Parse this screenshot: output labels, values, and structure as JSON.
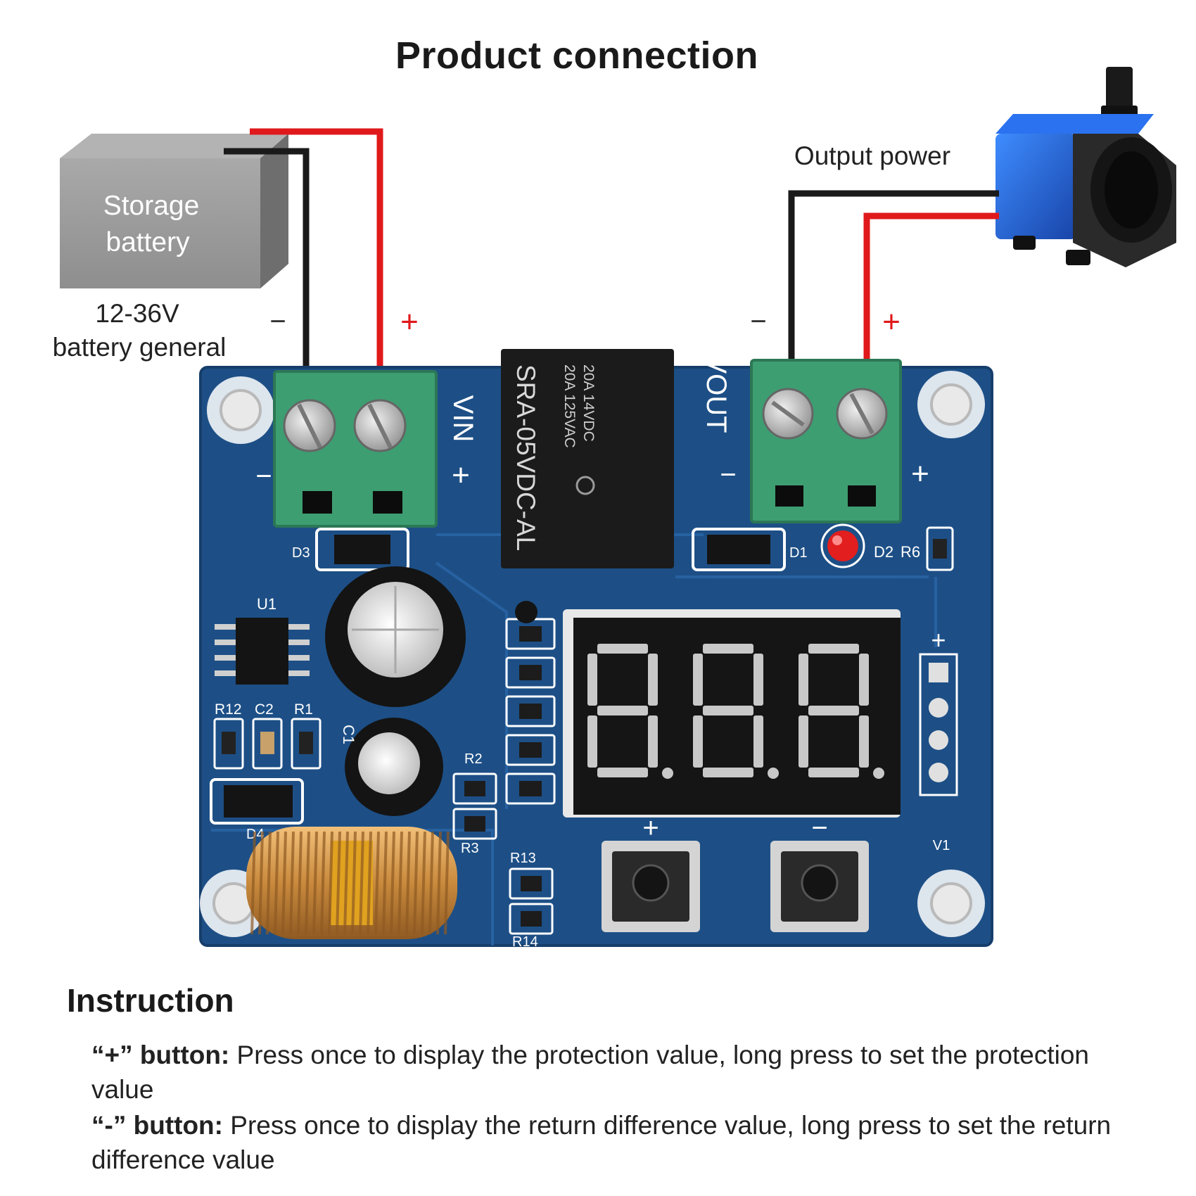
{
  "title": "Product connection",
  "battery": {
    "label_line1": "Storage",
    "label_line2": "battery",
    "voltage": "12-36V",
    "voltage_note": "battery general"
  },
  "output": {
    "label": "Output power"
  },
  "polarity": {
    "minus": "−",
    "plus": "+"
  },
  "board": {
    "vin_label": "VIN",
    "vout_label": "VOUT",
    "relay_lines": [
      "SRA-05VDC-AL",
      "20A 14VDC",
      "20A 125VAC"
    ],
    "silk": {
      "d1": "D1",
      "d2": "D2",
      "r6": "R6",
      "d3": "D3",
      "d4": "D4",
      "u1": "U1",
      "r12": "R12",
      "c2": "C2",
      "r1": "R1",
      "r2": "R2",
      "r3": "R3",
      "r13": "R13",
      "r14": "R14",
      "v1": "V1",
      "c1": "C1"
    },
    "display_digits": "8.8.8.",
    "button_plus": "+",
    "button_minus": "−"
  },
  "colors": {
    "board": "#1d4f86",
    "terminal": "#3d9e72",
    "wire_red": "#e0191b",
    "wire_black": "#1a1a1a",
    "battery": "#8a8a8a",
    "pump_blue": "#1f5fd6",
    "display_segment": "#c8c8c8"
  },
  "instruction": {
    "heading": "Instruction",
    "plus_label": "“+” button:",
    "plus_text": " Press once to display the protection value, long press to set the protection value",
    "minus_label": "“-” button:",
    "minus_text": " Press once to display the return difference value, long press to set the return difference value"
  }
}
